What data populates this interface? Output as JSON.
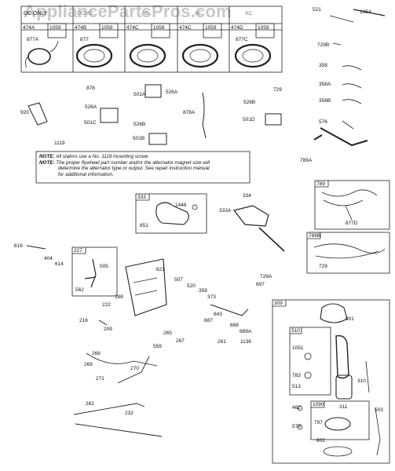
{
  "watermark": "AppliancePartsPros.com",
  "header_boxes": [
    {
      "title": "DC ONLY",
      "part": "474A",
      "screw": "1059",
      "coil": "877A"
    },
    {
      "title": "DC/AC",
      "part": "474B",
      "screw": "1059",
      "coil": "877"
    },
    {
      "title": "AC",
      "part": "474C",
      "screw": "1059",
      "coil": ""
    },
    {
      "title": "AC",
      "part": "474C",
      "screw": "1059",
      "coil": ""
    },
    {
      "title": "AC",
      "part": "474D",
      "screw": "1059",
      "coil": "877C"
    }
  ],
  "notes": {
    "note1_label": "NOTE:",
    "note1_text": "All stators use a No. 1119 mounting screw.",
    "note2_label": "NOTE:",
    "note2_line1": "The proper flywheel part number and/or the alternator magnet size will",
    "note2_line2": "determine the alternator type or output. See repair instruction manual",
    "note2_line3": "for additional information."
  },
  "inset_boxes": {
    "box333": {
      "title": "333",
      "parts": [
        "1448",
        "851"
      ]
    },
    "box227": {
      "title": "227",
      "parts": [
        "505",
        "562"
      ]
    },
    "box789": {
      "title": "789",
      "parts": [
        "877D"
      ]
    },
    "box789B": {
      "title": "789B",
      "parts": [
        "729"
      ]
    },
    "box309": {
      "title": "309",
      "parts": [
        "801",
        "310",
        "503",
        "802"
      ]
    },
    "box510": {
      "title": "510",
      "parts": [
        "1051",
        "783",
        "513"
      ]
    },
    "box1090": {
      "title": "1090",
      "parts": [
        "311",
        "797"
      ]
    }
  },
  "part_labels": {
    "p521": "521",
    "p1054": "1054",
    "p729B": "729B",
    "p358": "358",
    "p358A": "358A",
    "p358B": "358B",
    "p576": "576",
    "p789A": "789A",
    "p878": "878",
    "p501A": "501A",
    "p526A_a": "526A",
    "p526A_b": "526A",
    "p878A": "878A",
    "p729": "729",
    "p526B_a": "526B",
    "p526B_b": "526B",
    "p501D": "501D",
    "p920": "920",
    "p501C": "501C",
    "p501B": "501B",
    "p1119": "1119",
    "p334": "334",
    "p333A": "333A",
    "p616": "616",
    "p404": "404",
    "p614": "614",
    "p621": "621",
    "p507": "507",
    "p520": "520",
    "p359": "359",
    "p373": "373",
    "p729A": "729A",
    "p697": "697",
    "p188": "188",
    "p222": "222",
    "p843": "843",
    "p687": "687",
    "p688": "688",
    "p689A": "689A",
    "p216": "216",
    "p209": "209",
    "p265": "265",
    "p267": "267",
    "p559": "559",
    "p261": "261",
    "p1136": "1136",
    "p268": "268",
    "p269": "269",
    "p270": "270",
    "p271": "271",
    "p262": "262",
    "p232": "232",
    "p462": "462",
    "p579": "579"
  }
}
